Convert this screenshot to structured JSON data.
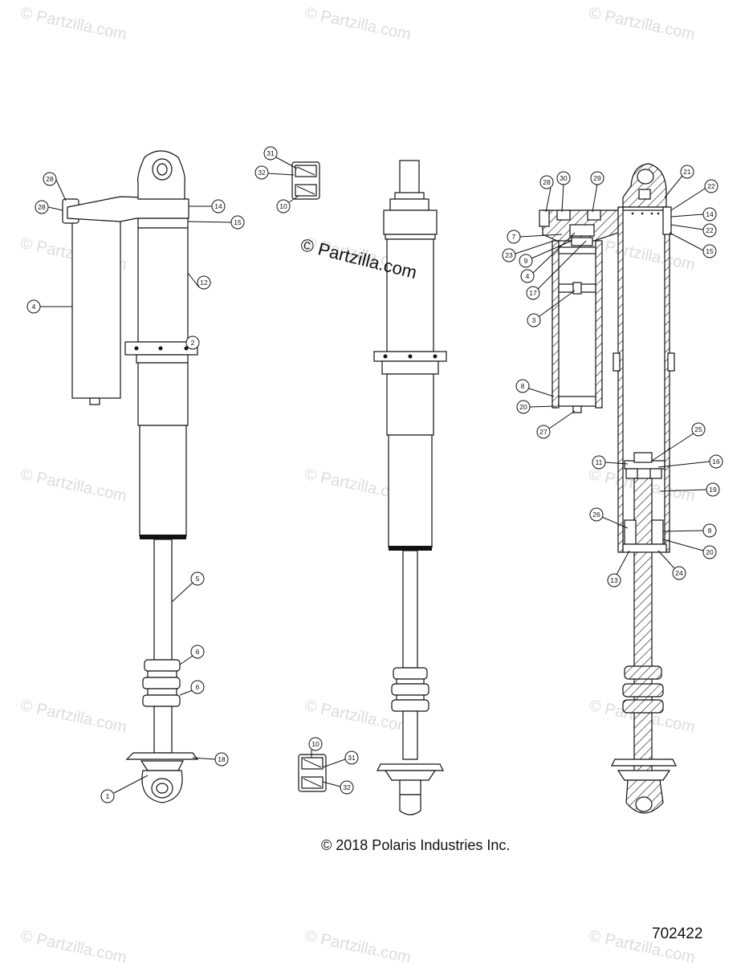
{
  "watermarks": [
    "© Partzilla.com",
    "© Partzilla.com",
    "© Partzilla.com",
    "© Partzilla.com",
    "© Partzilla.com",
    "© Partzilla.com",
    "© Partzilla.com",
    "© Partzilla.com",
    "© Partzilla.com",
    "© Partzilla.com",
    "© Partzilla.com",
    "© Partzilla.com",
    "© Partzilla.com",
    "© Partzilla.com",
    "© Partzilla.com"
  ],
  "center_watermark": "© Partzilla.com",
  "copyright": "© 2018 Polaris Industries Inc.",
  "document_number": "702422",
  "callouts": [
    "28",
    "28",
    "14",
    "15",
    "12",
    "4",
    "2",
    "5",
    "6",
    "6",
    "18",
    "1",
    "31",
    "32",
    "10",
    "10",
    "31",
    "32",
    "28",
    "30",
    "29",
    "21",
    "22",
    "14",
    "22",
    "15",
    "7",
    "23",
    "9",
    "4",
    "17",
    "3",
    "8",
    "20",
    "27",
    "25",
    "11",
    "16",
    "19",
    "26",
    "8",
    "20",
    "13",
    "24"
  ]
}
